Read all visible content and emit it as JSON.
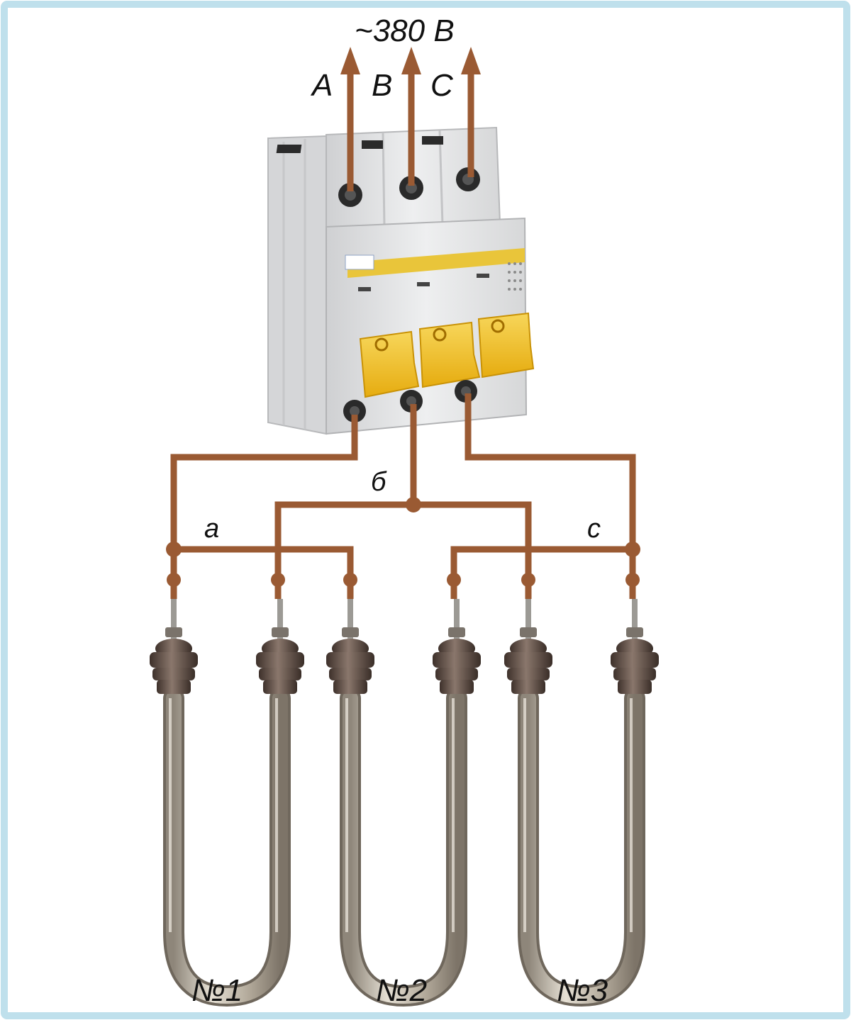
{
  "diagram": {
    "supply_label": "~380 В",
    "phases": [
      "A",
      "B",
      "C"
    ],
    "nodes": [
      "a",
      "б",
      "c"
    ],
    "heaters": [
      "№1",
      "№2",
      "№3"
    ]
  },
  "colors": {
    "frame": "#bfe0ec",
    "wire": "#9a5a33",
    "breaker_body": "#e2e3e4",
    "breaker_lever": "#f2c12e",
    "heater_tube": "#b9b2a4",
    "heater_nut": "#5b4a42"
  },
  "icons": {
    "breaker": "three-pole-circuit-breaker-icon",
    "heater": "u-shaped-tubular-heater-icon"
  }
}
